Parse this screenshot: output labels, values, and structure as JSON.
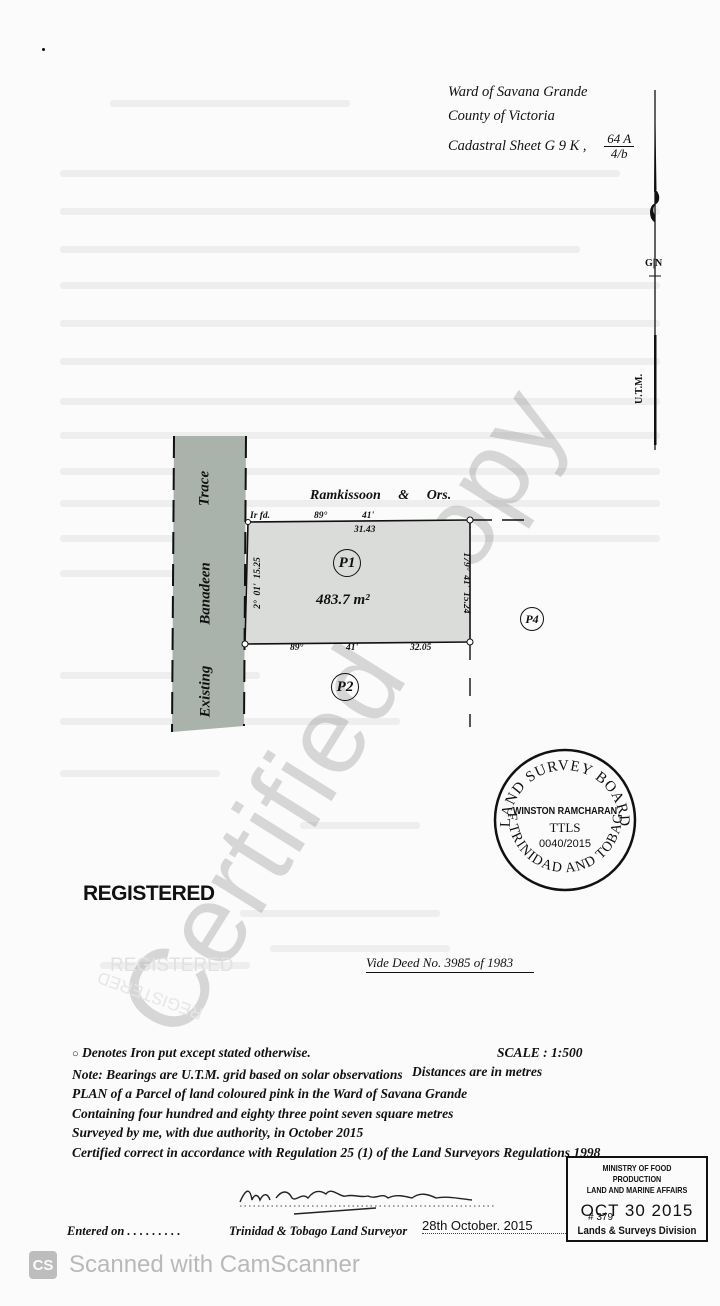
{
  "header": {
    "ward": "Ward of Savana Grande",
    "county": "County of Victoria",
    "cadastral_prefix": "Cadastral Sheet  G 9 K ,",
    "sheet_numerator": "64 A",
    "sheet_denominator": "4/b"
  },
  "north_arrow": {
    "grid_north_label": "G|N",
    "utm_label": "U.T.M."
  },
  "plan": {
    "road_labels": [
      "Existing",
      "Banadeen",
      "Trace"
    ],
    "north_neighbour": "Ramkissoon     &     Ors.",
    "iron_found": "Ir fd.",
    "top_boundary": {
      "deg": "89°",
      "min": "41'",
      "distance": "31.43"
    },
    "bottom_boundary": {
      "deg": "89°",
      "min": "41'",
      "distance": "32.05"
    },
    "left_boundary": "2°  01'  15.25",
    "right_boundary": "179°  41'  15.24",
    "parcels": {
      "p1": "P1",
      "p2": "P2",
      "p4": "P4"
    },
    "area": "483.7 m²"
  },
  "seal": {
    "top_arc": "LAND SURVEY BOARD",
    "bottom_arc": "OF TRINIDAD AND TOBAGO",
    "name": "WINSTON RAMCHARAN",
    "title": "TTLS",
    "number": "0040/2015"
  },
  "registered_stamp": "REGISTERED",
  "vide_deed": "Vide Deed No. 3985 of 1983",
  "watermark": "Certified Copy",
  "notes": {
    "iron_pin": "Denotes Iron put except stated otherwise.",
    "scale": "SCALE : 1:500",
    "bearings": "Note: Bearings are U.T.M. grid based on solar observations",
    "distances": "Distances are in metres",
    "plan": "PLAN of a Parcel of land coloured pink in the Ward of Savana Grande",
    "containing": "Containing  four hundred and eighty three  point seven square metres",
    "surveyed": "Surveyed by me, with due authority, in October 2015",
    "certified": "Certified correct in accordance with Regulation 25 (1) of the Land Surveyors Regulations 1998"
  },
  "footer": {
    "entered_on": "Entered on  . . . . . . . . .",
    "surveyor": "Trinidad & Tobago  Land Surveyor",
    "date_handwritten": "28th October. 2015"
  },
  "ministry_stamp": {
    "line1": "MINISTRY OF FOOD PRODUCTION",
    "line2": "LAND AND MARINE AFFAIRS",
    "date": "OCT 30 2015",
    "ref": "# 379",
    "division": "Lands & Surveys Division"
  },
  "scanner": {
    "logo": "CS",
    "text": "Scanned with CamScanner"
  }
}
